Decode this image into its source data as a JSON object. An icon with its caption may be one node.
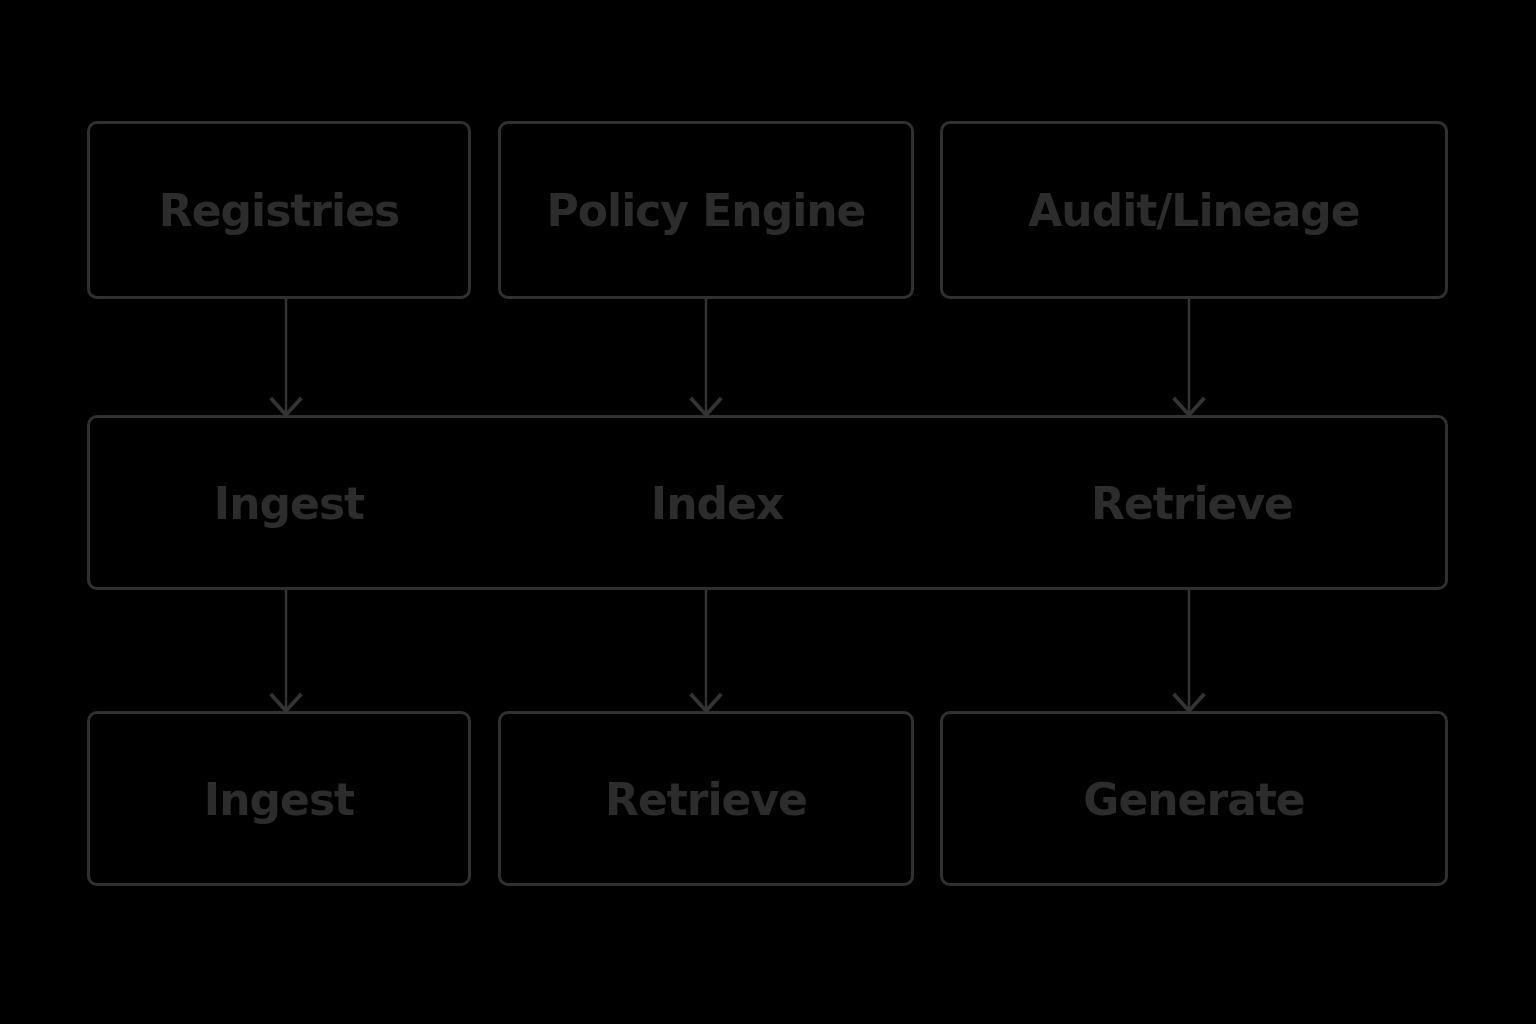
{
  "diagram": {
    "nodes": [
      {
        "text": [
          "Registries"
        ]
      },
      {
        "text": [
          "Policy Engine"
        ]
      },
      {
        "text": [
          "Audit/Lineage"
        ]
      },
      {
        "text": [
          "Ingest",
          "Index",
          "Retrieve"
        ]
      },
      {
        "text": [
          "Ingest"
        ]
      },
      {
        "text": [
          "Retrieve"
        ]
      },
      {
        "text": [
          "Generate"
        ]
      }
    ],
    "edges": [
      {
        "from": 0,
        "to": 3,
        "arrow": "to"
      },
      {
        "from": 1,
        "to": 3,
        "arrow": "to"
      },
      {
        "from": 2,
        "to": 3,
        "arrow": "to"
      },
      {
        "from": 3,
        "to": 4,
        "arrow": "to"
      },
      {
        "from": 3,
        "to": 5,
        "arrow": "to"
      },
      {
        "from": 3,
        "to": 6,
        "arrow": "to"
      }
    ]
  }
}
